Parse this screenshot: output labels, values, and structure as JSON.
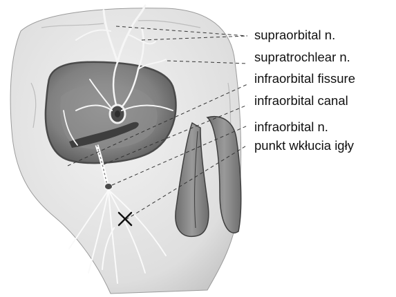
{
  "labels": {
    "supraorbital": "supraorbital n.",
    "supratrochlear": "supratrochlear n.",
    "infraorbital_fissure": "infraorbital fissure",
    "infraorbital_canal": "infraorbital canal",
    "infraorbital_nerve": "infraorbital n.",
    "injection_point": "punkt wkłucia igły"
  },
  "colors": {
    "bone": "#e6e6e6",
    "orbit": "#8c8c8c",
    "shadow": "#5a5a5a",
    "nerve": "#f4f4f4",
    "line": "#333333"
  }
}
